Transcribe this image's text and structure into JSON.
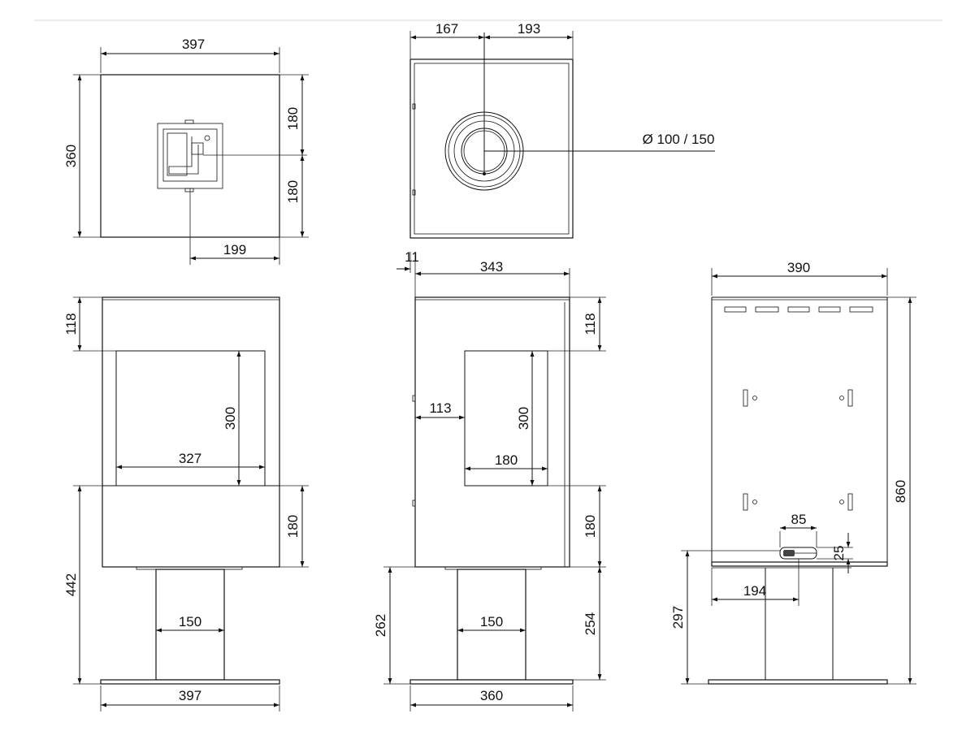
{
  "dimensions": {
    "top_width": "397",
    "top_height": "360",
    "top_half_upper": "180",
    "top_half_lower": "180",
    "top_offset": "199",
    "rear_left": "167",
    "rear_right": "193",
    "flue_diameter": "Ø 100 / 150",
    "side_offset": "11",
    "side_width": "343",
    "back_width": "390",
    "front_top_band": "118",
    "front_opening_h": "300",
    "front_opening_w": "327",
    "front_lower_band": "180",
    "front_body_h": "442",
    "front_column": "150",
    "front_base": "397",
    "side_top_band": "118",
    "side_setback": "113",
    "side_opening_h": "300",
    "side_opening_w": "180",
    "side_lower_band": "180",
    "side_leg_left": "262",
    "side_leg_right": "254",
    "side_column": "150",
    "side_base": "360",
    "back_height": "860",
    "back_inlet_w": "85",
    "back_inlet_h": "25",
    "back_inlet_offset": "194",
    "back_floor_h": "297"
  }
}
